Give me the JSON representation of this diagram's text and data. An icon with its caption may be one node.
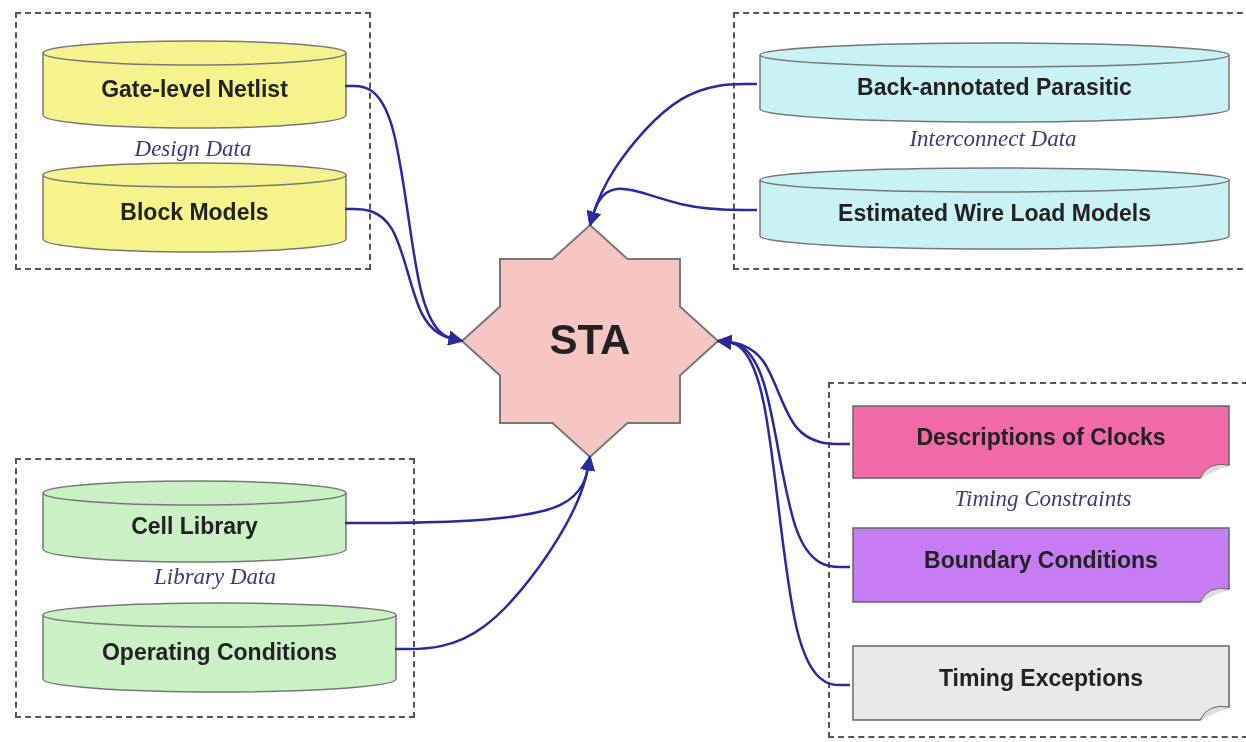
{
  "diagram": {
    "nodes": [
      {
        "text": [
          "Design Data"
        ]
      },
      {
        "text": [
          "Gate-level Netlist"
        ],
        "in": 0
      },
      {
        "text": [
          "Block Models"
        ],
        "in": 0
      },
      {
        "text": [
          "Interconnect Data"
        ]
      },
      {
        "text": [
          "Back-annotated Parasitic"
        ],
        "in": 3
      },
      {
        "text": [
          "Estimated Wire Load Models"
        ],
        "in": 3
      },
      {
        "text": [
          "STA"
        ]
      },
      {
        "text": [
          "Library Data"
        ]
      },
      {
        "text": [
          "Cell Library"
        ],
        "in": 7
      },
      {
        "text": [
          "Operating Conditions"
        ],
        "in": 7
      },
      {
        "text": [
          "Timing Constraints"
        ]
      },
      {
        "text": [
          "Descriptions of Clocks"
        ],
        "in": 10
      },
      {
        "text": [
          "Boundary Conditions"
        ],
        "in": 10
      },
      {
        "text": [
          "Timing Exceptions"
        ],
        "in": 10
      }
    ],
    "edges": [
      {
        "from": 1,
        "to": 6,
        "arrow": "to"
      },
      {
        "from": 2,
        "to": 6,
        "arrow": "to"
      },
      {
        "from": 4,
        "to": 6,
        "arrow": "to"
      },
      {
        "from": 5,
        "to": 6,
        "arrow": "to"
      },
      {
        "from": 8,
        "to": 6,
        "arrow": "to"
      },
      {
        "from": 9,
        "to": 6,
        "arrow": "to"
      },
      {
        "from": 11,
        "to": 6,
        "arrow": "to"
      },
      {
        "from": 12,
        "to": 6,
        "arrow": "to"
      },
      {
        "from": 13,
        "to": 6,
        "arrow": "to"
      }
    ]
  }
}
